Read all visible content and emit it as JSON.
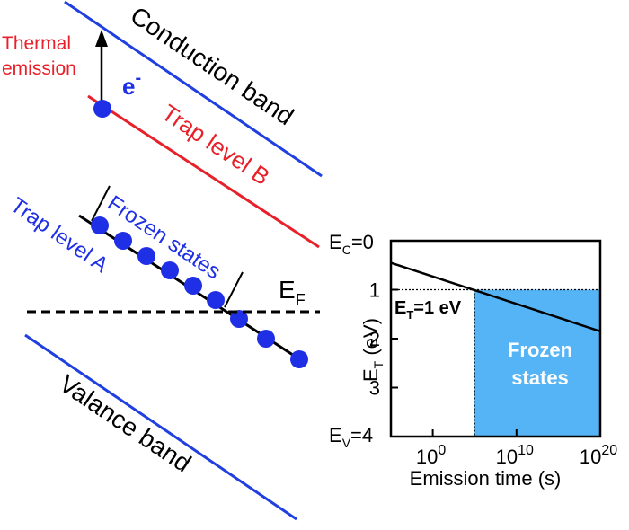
{
  "diagram": {
    "conduction_band_label": "Conduction band",
    "valance_band_label": "Valance band",
    "trap_b_label": "Trap level B",
    "trap_a_label": "Trap level A",
    "frozen_states_label": "Frozen states",
    "thermal_emission_line1": "Thermal",
    "thermal_emission_line2": "emission",
    "electron_label": "e",
    "electron_superscript": "-",
    "fermi_label": "E",
    "fermi_subscript": "F",
    "colors": {
      "band": "#1f3fe0",
      "trap_b": "#e8202a",
      "electron": "#1f2fe6",
      "frozen_fill": "#55b4f5"
    }
  },
  "chart_data": {
    "type": "line",
    "x_scale": "log",
    "xlabel": "Emission time (s)",
    "ylabel_main": "E",
    "ylabel_sub": "T",
    "ylabel_unit": " (eV)",
    "y_inverted": true,
    "ylim": [
      0,
      4
    ],
    "xlim": [
      1e-05,
      1e+20
    ],
    "x_tick_labels": [
      {
        "base": "10",
        "exp": "0",
        "value": 1
      },
      {
        "base": "10",
        "exp": "10",
        "value": 10000000000.0
      },
      {
        "base": "10",
        "exp": "20",
        "value": 1e+20
      }
    ],
    "y_tick_labels": [
      {
        "label": "1",
        "value": 1
      },
      {
        "label": "2",
        "value": 2
      },
      {
        "label": "3",
        "value": 3
      }
    ],
    "y_end_labels": {
      "top": {
        "main": "E",
        "sub": "C",
        "tail": "=0",
        "value": 0
      },
      "bottom": {
        "main": "E",
        "sub": "V",
        "tail": "=4",
        "value": 4
      }
    },
    "series": [
      {
        "x": [
          1e-05,
          1e+20
        ],
        "y": [
          0.45,
          1.85
        ]
      }
    ],
    "threshold": {
      "y": 1,
      "x": 100000.0,
      "label_main": "E",
      "label_sub": "T",
      "label_tail": "=1 eV"
    },
    "frozen_region": {
      "label_line1": "Frozen",
      "label_line2": "states"
    }
  }
}
